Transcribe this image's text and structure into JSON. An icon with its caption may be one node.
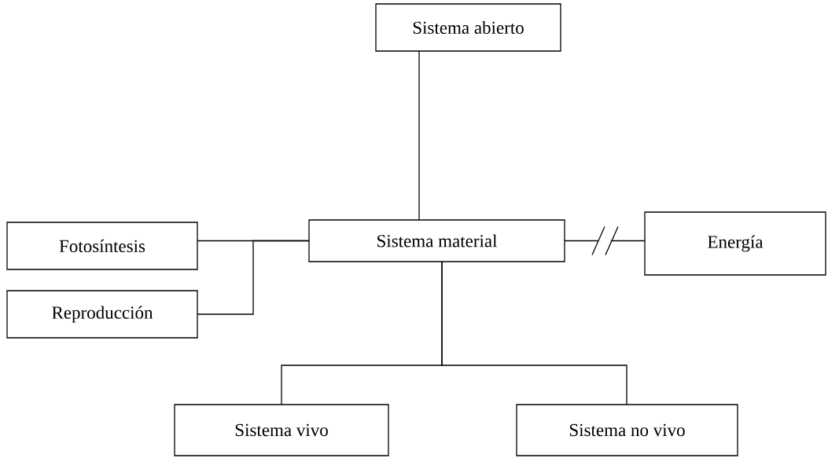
{
  "diagram": {
    "nodes": [
      {
        "text": [
          "Sistema abierto"
        ]
      },
      {
        "text": [
          "Sistema material"
        ]
      },
      {
        "text": [
          "Fotosíntesis"
        ]
      },
      {
        "text": [
          "Reproducción"
        ]
      },
      {
        "text": [
          "Energía"
        ]
      },
      {
        "text": [
          "Sistema vivo"
        ]
      },
      {
        "text": [
          "Sistema no vivo"
        ]
      }
    ],
    "edges": [
      {
        "from": 0,
        "to": 1,
        "arrow": "none"
      },
      {
        "from": 1,
        "to": 2,
        "arrow": "none"
      },
      {
        "from": 1,
        "to": 3,
        "arrow": "none"
      },
      {
        "from": 1,
        "to": 4,
        "arrow": "none"
      },
      {
        "from": 1,
        "to": 5,
        "arrow": "none"
      },
      {
        "from": 1,
        "to": 6,
        "arrow": "none"
      }
    ]
  }
}
